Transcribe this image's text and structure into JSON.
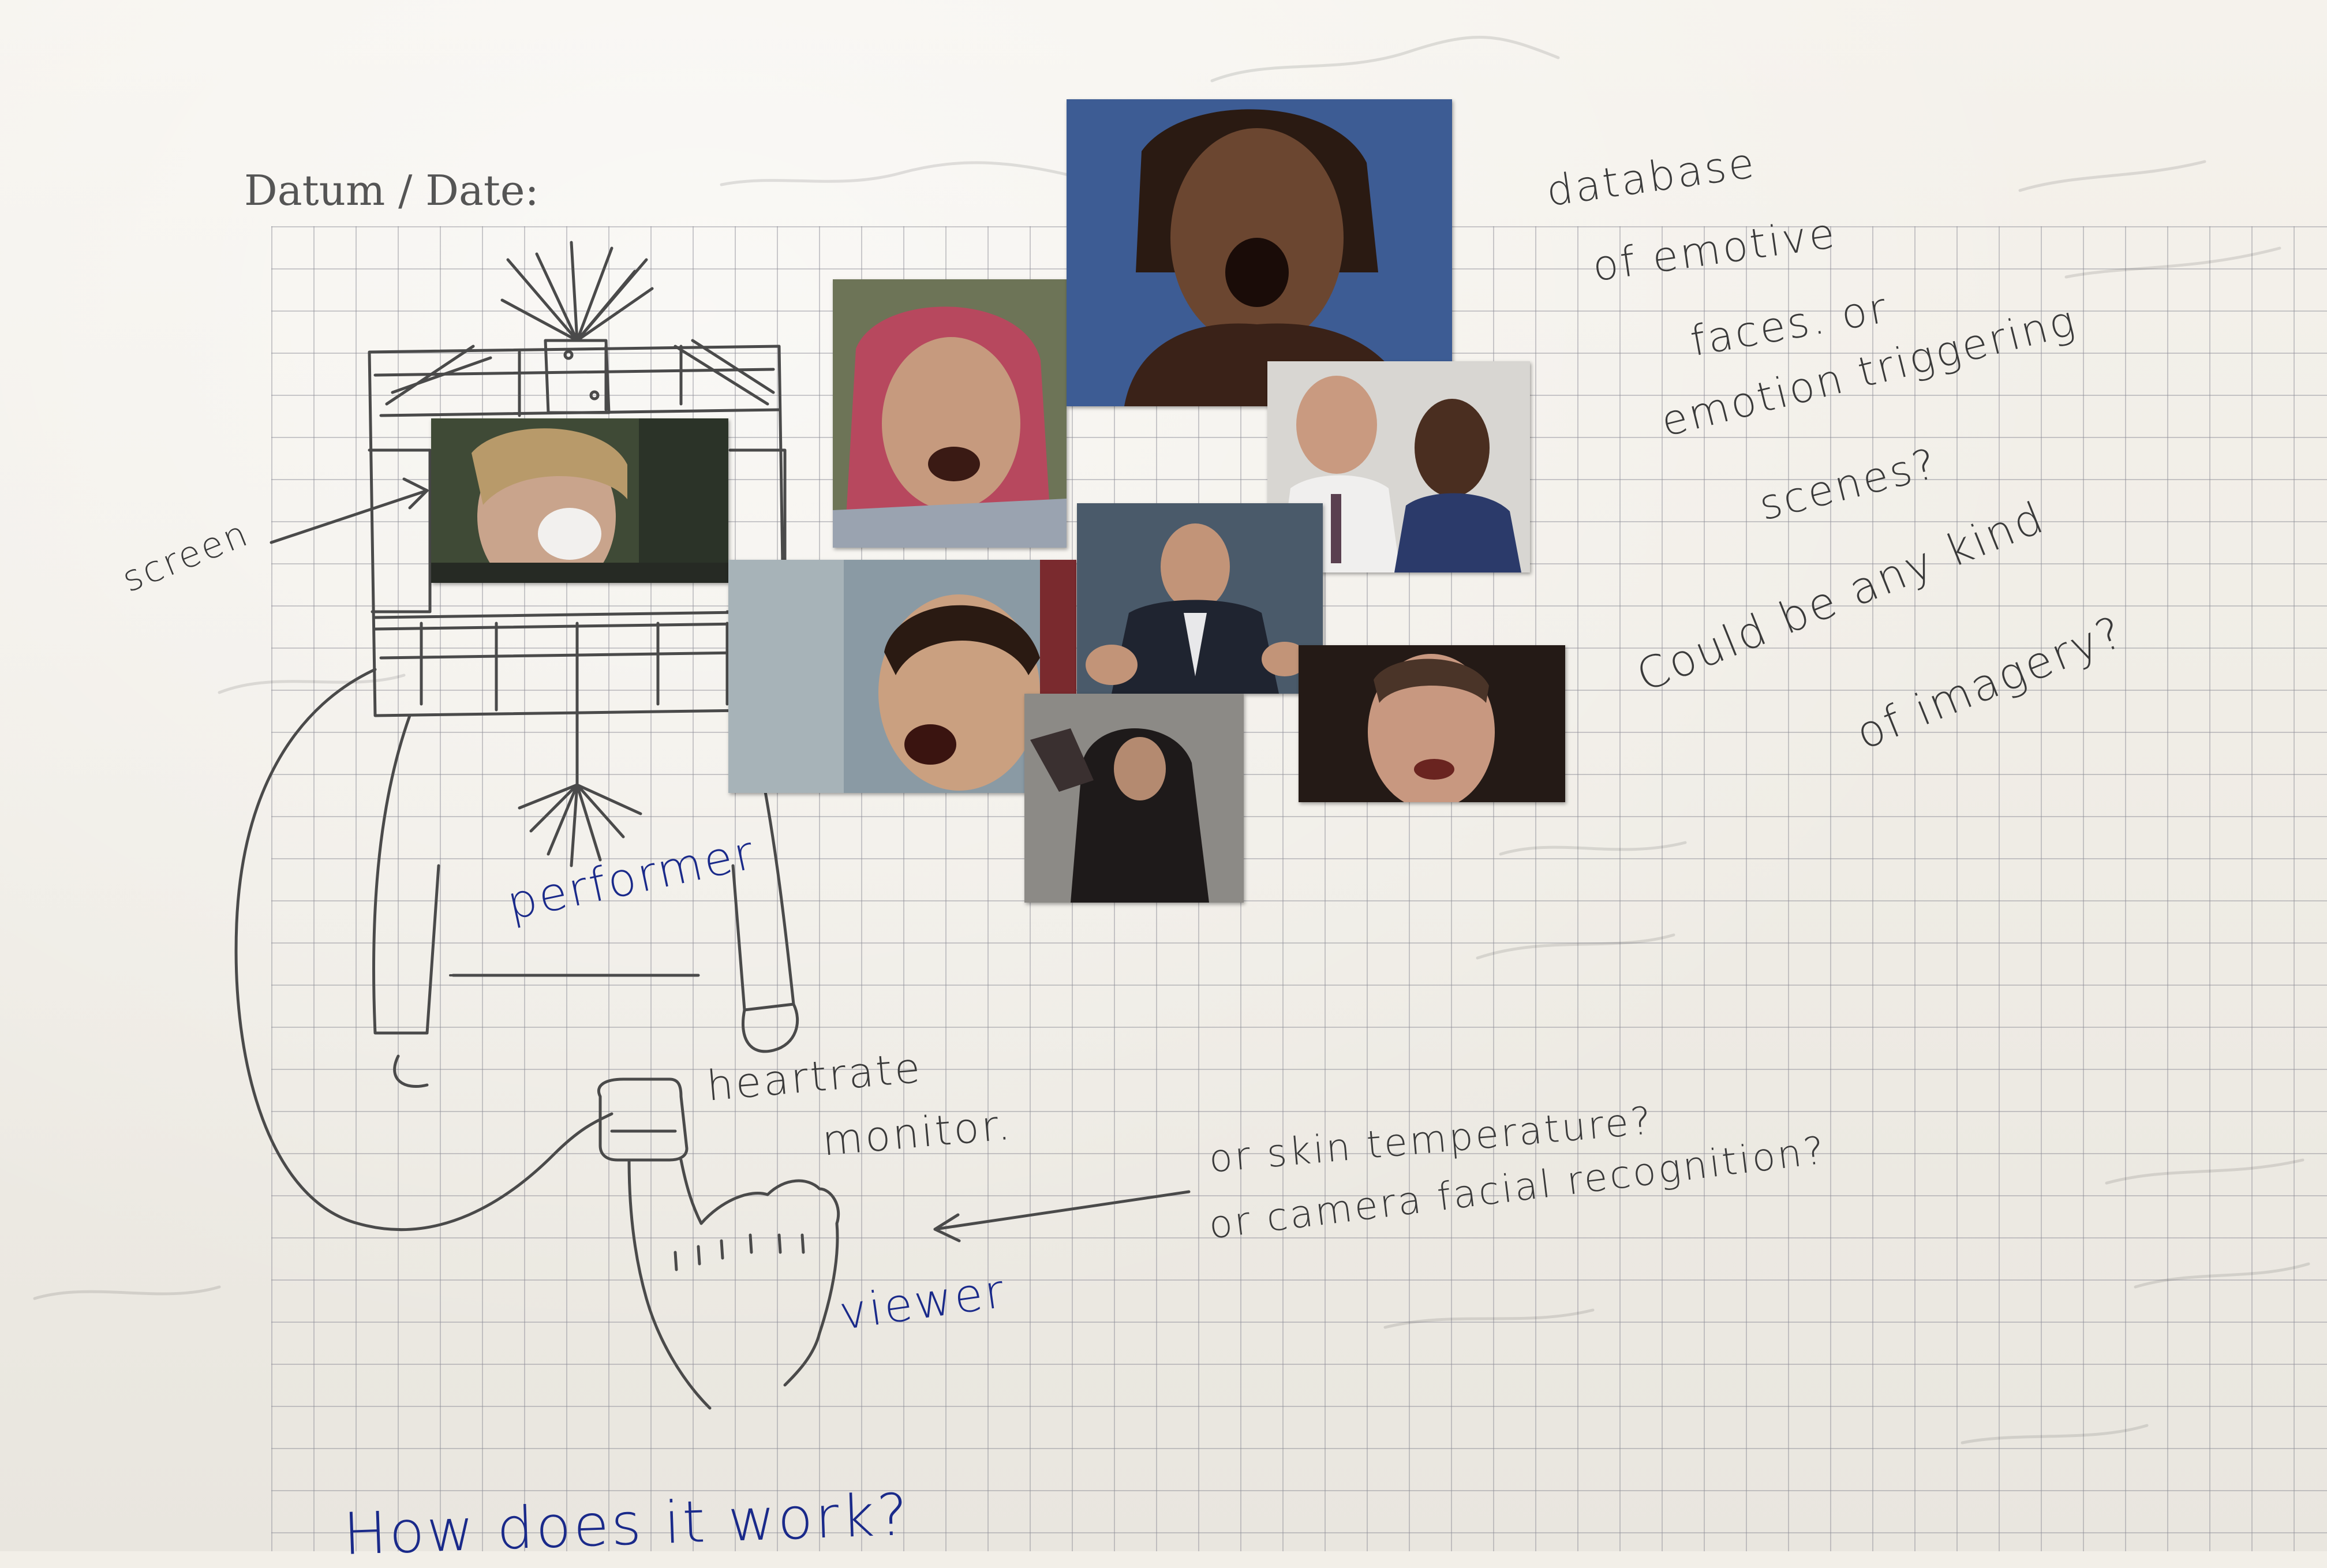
{
  "page": {
    "date_label": "Datum / Date:"
  },
  "annotations": {
    "screen": "screen",
    "performer": "performer",
    "heartrate_line1": "heartrate",
    "heartrate_line2": "monitor.",
    "database_line1": "database",
    "database_line2": "of emotive",
    "database_line3": "faces. or",
    "database_line4": "emotion triggering",
    "database_line5": "scenes?",
    "imagery_line1": "Could be any kind",
    "imagery_line2": "of imagery?",
    "sensor_line1": "or skin temperature?",
    "sensor_line2": "or camera facial recognition?",
    "viewer": "viewer",
    "question": "How does it work?"
  },
  "colors": {
    "paper": "#f2efe8",
    "grid": "#8c8c96",
    "pencil": "#3a3a3a",
    "blue_ink": "#1a2a8a"
  }
}
